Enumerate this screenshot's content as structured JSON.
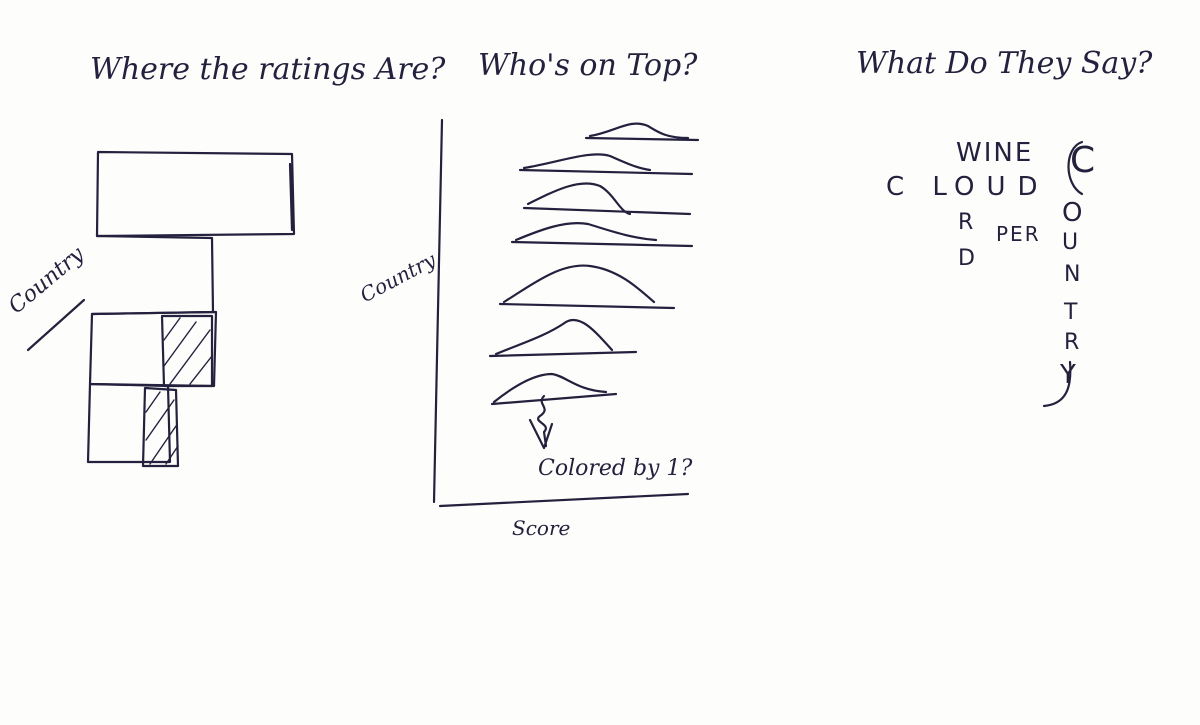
{
  "panels": {
    "left": {
      "title": "Where the ratings Are?",
      "axis_label": "Country"
    },
    "middle": {
      "title": "Who's on Top?",
      "axis_label": "Country",
      "x_label": "Score",
      "note": "Colored by 1?"
    },
    "right": {
      "title": "What Do They Say?",
      "cloud_letters": {
        "wine": "WINE",
        "cl": "C L",
        "oud": "OUD",
        "r": "R",
        "d": "D",
        "per": "PER",
        "country": [
          "C",
          "O",
          "U",
          "N",
          "T",
          "R",
          "Y"
        ]
      }
    }
  },
  "colors": {
    "ink": "#23213d",
    "accent_ink": "#4a2a8a",
    "paper": "#fdfdfb"
  }
}
